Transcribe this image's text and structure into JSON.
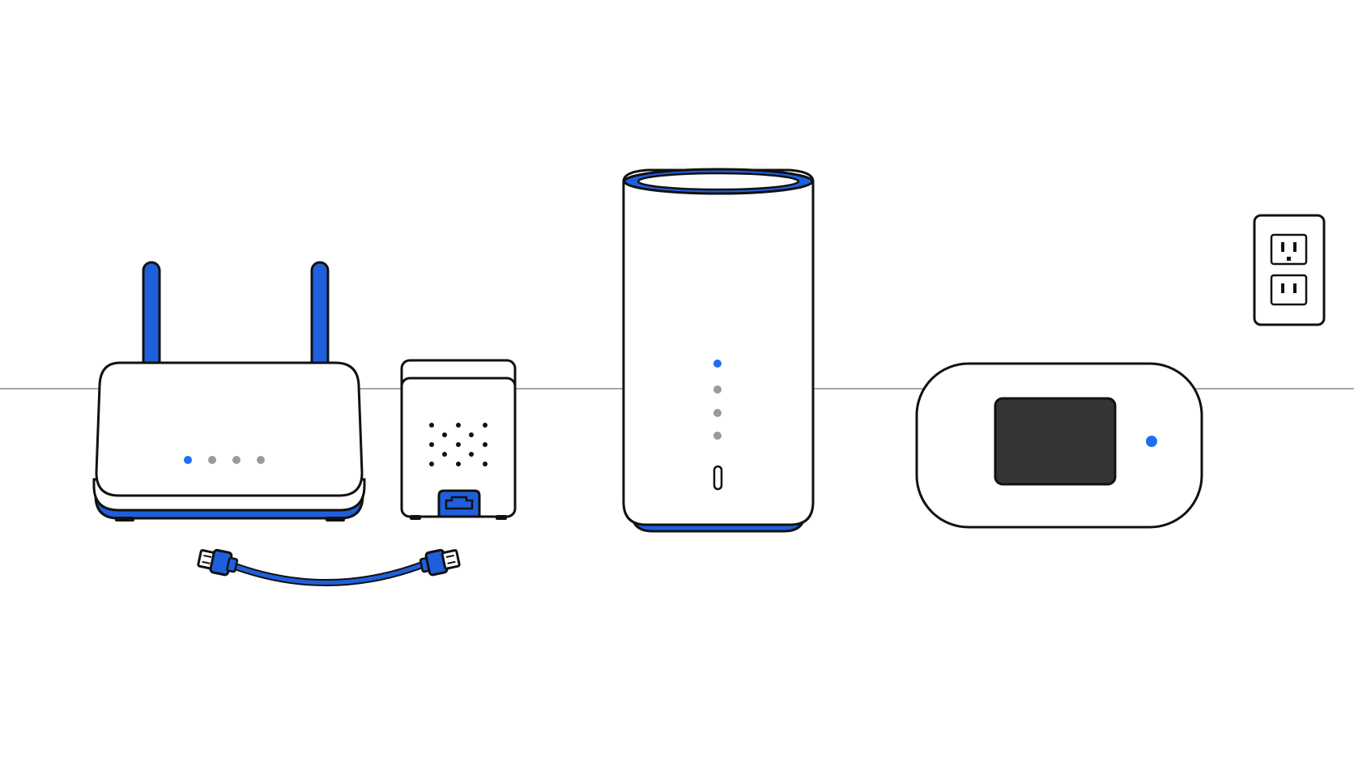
{
  "colors": {
    "background": "#ffffff",
    "outline": "#111111",
    "accent_blue": "#1f5fdc",
    "led_blue": "#1f6ff0",
    "led_gray": "#9a9a9a",
    "horizon_line": "#a6a6a6",
    "screen_dark": "#353535",
    "device_fill": "#ffffff"
  },
  "scene": {
    "devices": [
      {
        "id": "router",
        "icon": "wifi-router-icon",
        "antennas": 2,
        "leds": [
          {
            "state": "on"
          },
          {
            "state": "off"
          },
          {
            "state": "off"
          },
          {
            "state": "off"
          }
        ]
      },
      {
        "id": "ont",
        "icon": "network-terminal-icon",
        "port": "ethernet-port-icon"
      },
      {
        "id": "cable",
        "icon": "ethernet-cable-icon"
      },
      {
        "id": "home-router",
        "icon": "home-5g-router-icon",
        "leds": [
          {
            "state": "on"
          },
          {
            "state": "off"
          },
          {
            "state": "off"
          },
          {
            "state": "off"
          }
        ]
      },
      {
        "id": "pocket-wifi",
        "icon": "mobile-hotspot-icon",
        "leds": [
          {
            "state": "on"
          }
        ]
      },
      {
        "id": "outlet",
        "icon": "power-outlet-icon",
        "sockets": 2
      }
    ]
  }
}
